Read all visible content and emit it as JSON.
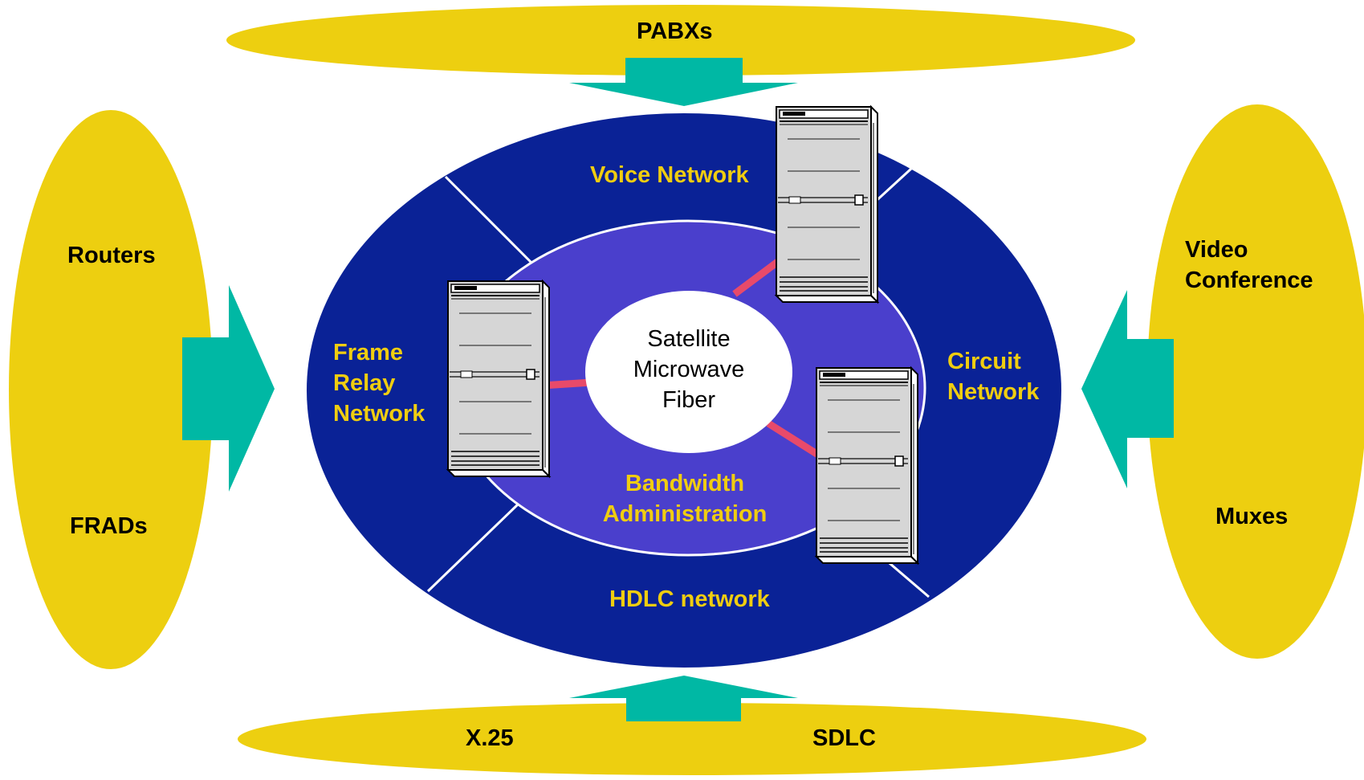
{
  "colors": {
    "outer_ellipse": "#0a2296",
    "inner_ellipse": "#4a3fcc",
    "peripheral_ellipse": "#edcf10",
    "arrow": "#00b8a4",
    "link": "#e84a6a",
    "label_text": "#f0cd10"
  },
  "devices": {
    "top": "PABXs",
    "left_upper": "Routers",
    "left_lower": "FRADs",
    "right_upper": "Video\nConference",
    "right_lower": "Muxes",
    "bottom_left": "X.25",
    "bottom_right": "SDLC"
  },
  "networks": {
    "voice": "Voice Network",
    "frame_relay": "Frame\nRelay\nNetwork",
    "circuit": "Circuit\nNetwork",
    "hdlc": "HDLC network",
    "bandwidth": "Bandwidth\nAdministration"
  },
  "core": {
    "media": "Satellite\nMicrowave\nFiber"
  },
  "icons": [
    "server-rack-icon",
    "server-rack-icon",
    "server-rack-icon"
  ]
}
